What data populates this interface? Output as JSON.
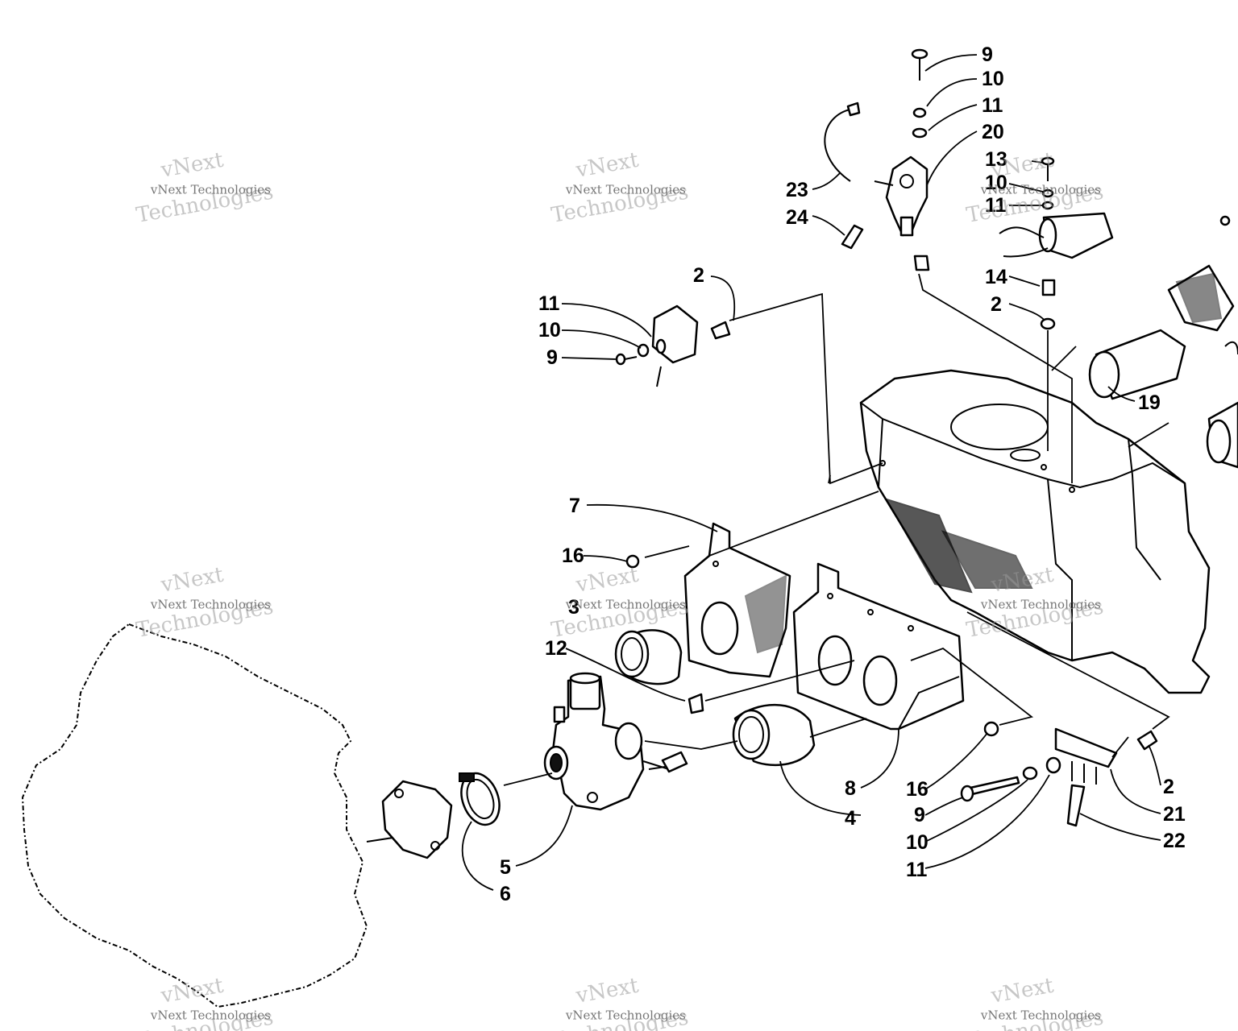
{
  "diagram": {
    "callouts": [
      "9",
      "10",
      "11",
      "20",
      "23",
      "24",
      "13",
      "10",
      "11",
      "14",
      "2",
      "19",
      "2",
      "11",
      "10",
      "9",
      "7",
      "16",
      "3",
      "12",
      "8",
      "16",
      "4",
      "9",
      "10",
      "11",
      "2",
      "21",
      "22",
      "5",
      "6"
    ],
    "watermark_line1": "vNext",
    "watermark_line2": "Technologies",
    "watermark_small": "vNext Technologies"
  }
}
